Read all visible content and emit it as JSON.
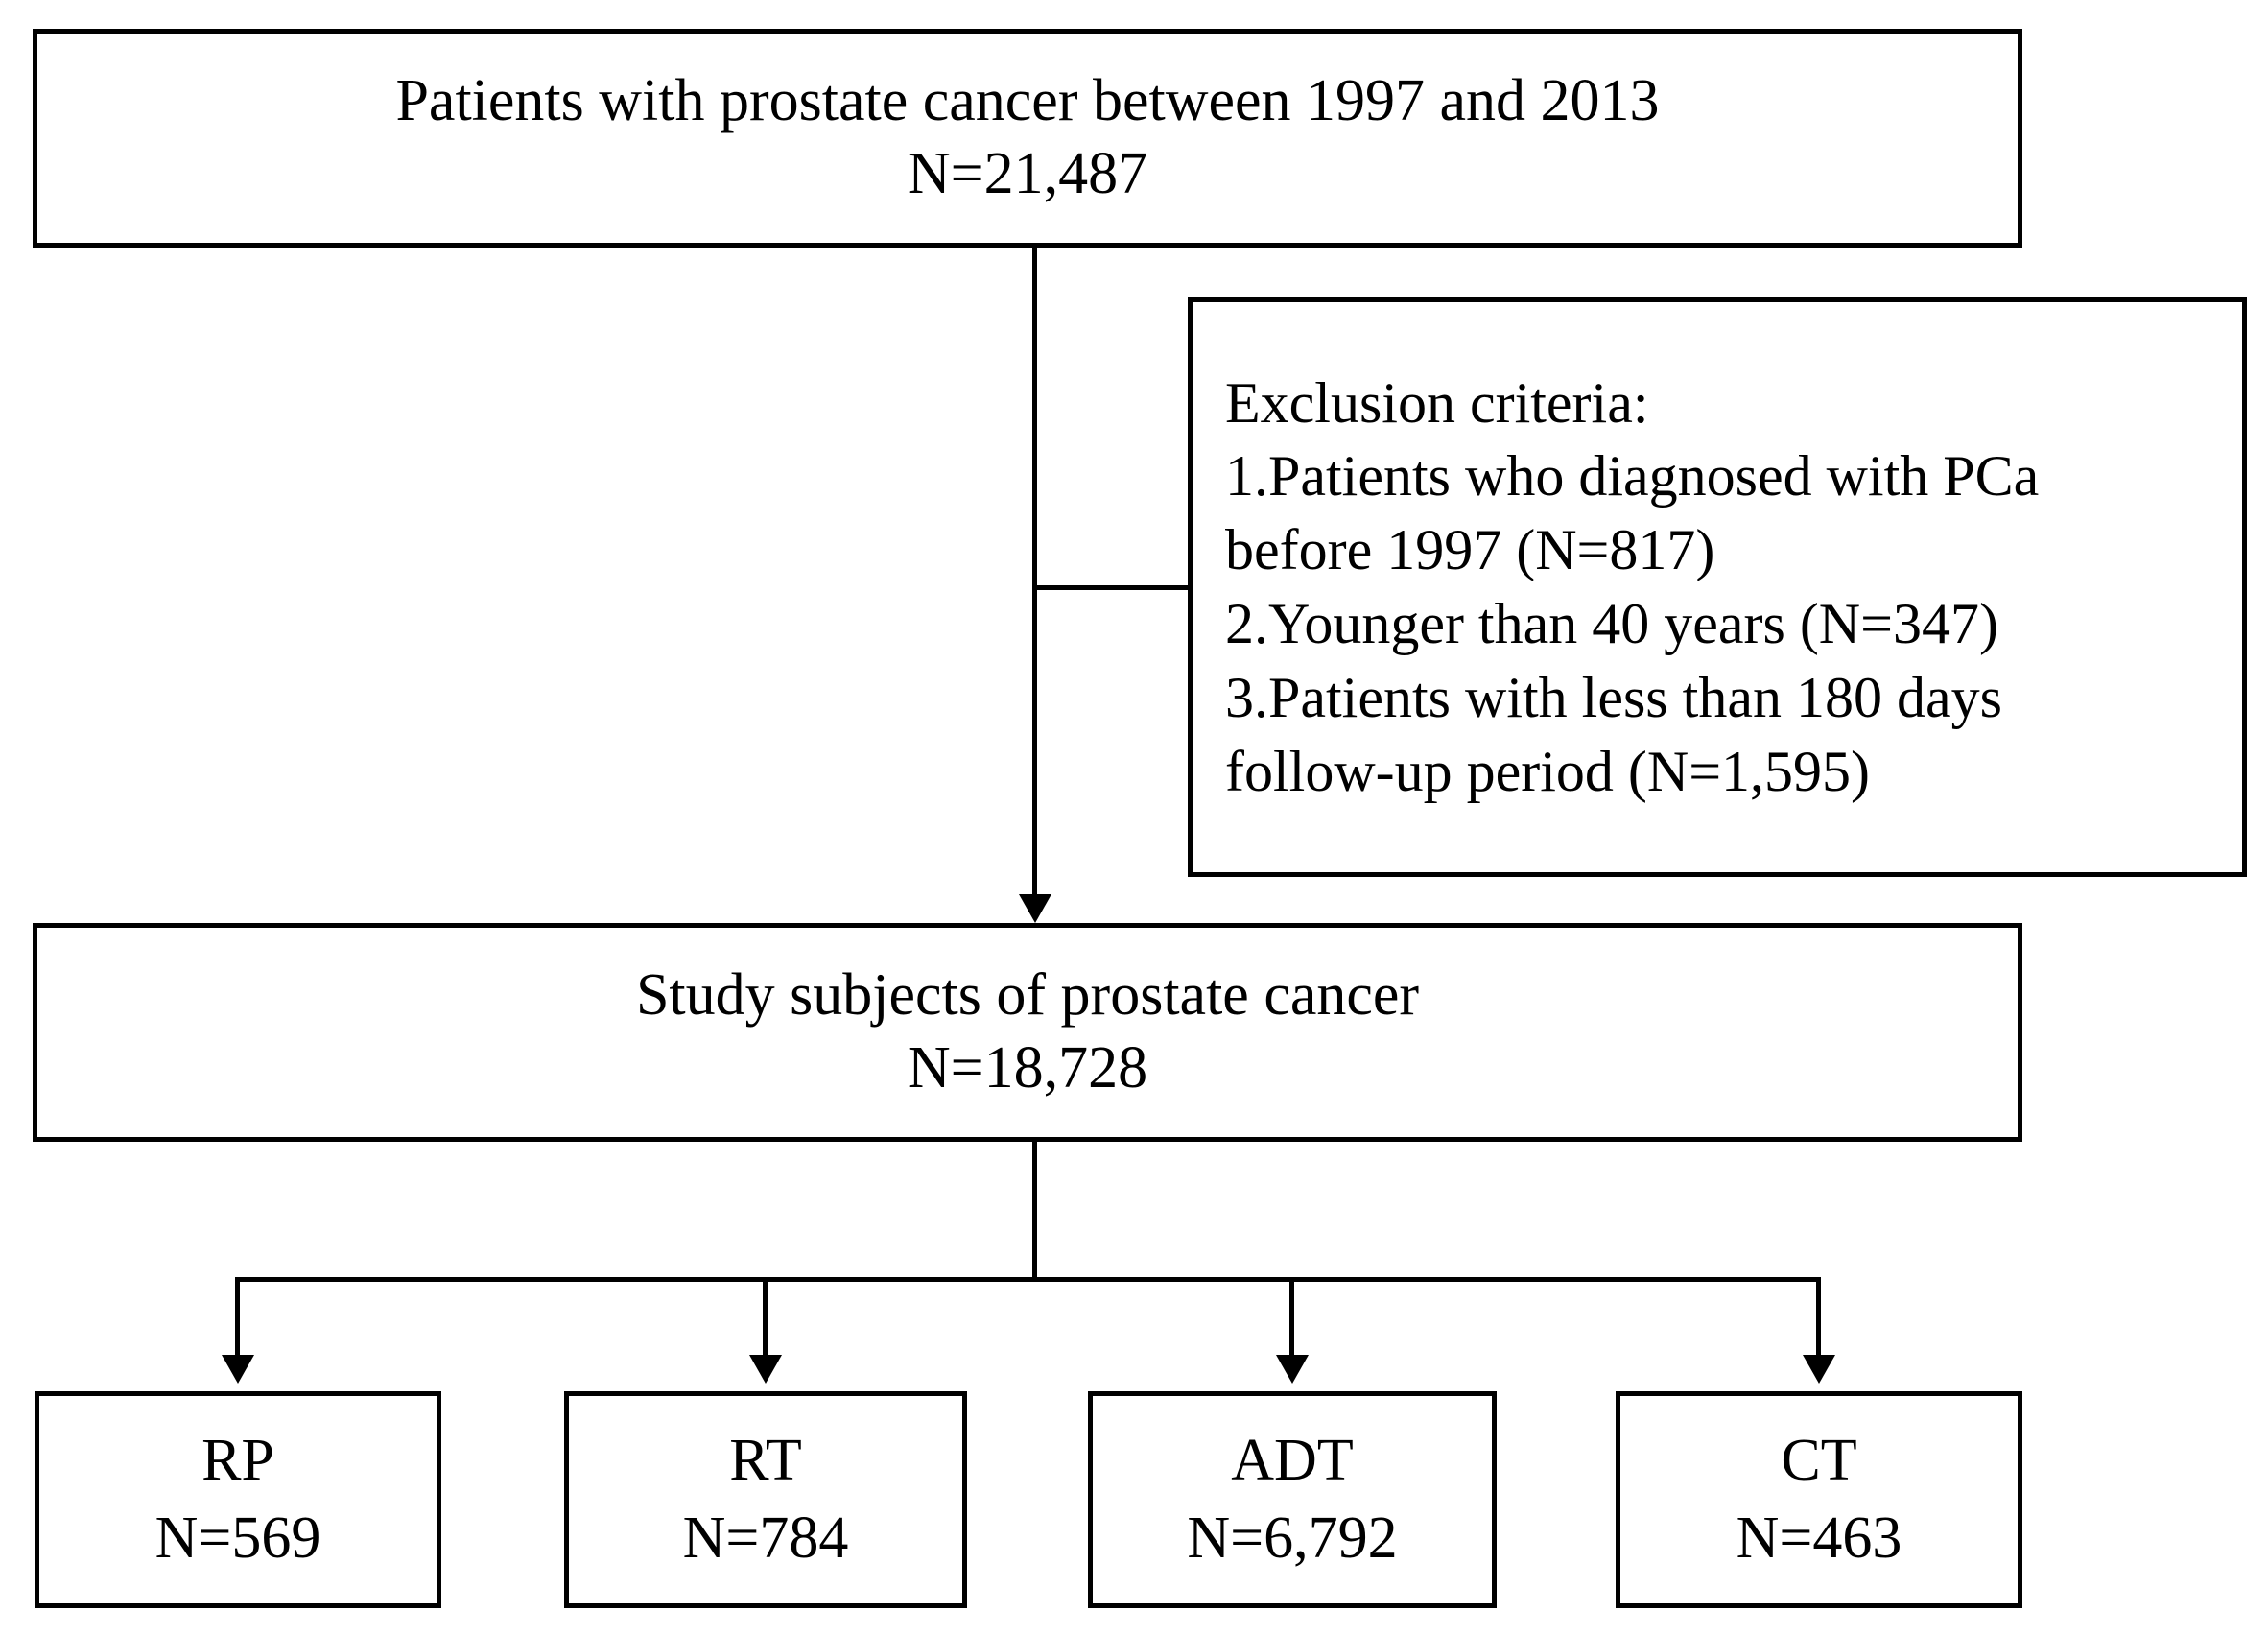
{
  "diagram": {
    "type": "study-flow-diagram",
    "title": "Prostate cancer study cohort selection flowchart",
    "nodes": {
      "cohort": {
        "name": "source-population",
        "lines": [
          "Patients with prostate cancer between 1997 and 2013",
          "N=21,487"
        ],
        "count": 21487
      },
      "exclusion": {
        "name": "exclusion-criteria",
        "heading": "Exclusion criteria:",
        "lines": [
          "1.Patients who diagnosed with PCa",
          "before 1997 (N=817)",
          "2.Younger than 40 years (N=347)",
          "3.Patients with less than 180 days",
          "follow-up period (N=1,595)"
        ],
        "criteria": [
          {
            "label": "Patients who diagnosed with PCa before 1997",
            "count": 817
          },
          {
            "label": "Younger than 40 years",
            "count": 347
          },
          {
            "label": "Patients with less than 180 days follow-up period",
            "count": 1595
          }
        ]
      },
      "study": {
        "name": "study-subjects",
        "lines": [
          "Study subjects of prostate cancer",
          "N=18,728"
        ],
        "count": 18728
      }
    },
    "treatments": [
      {
        "name": "radical-prostatectomy",
        "abbr": "RP",
        "count_label": "N=569",
        "count": 569
      },
      {
        "name": "radiation-therapy",
        "abbr": "RT",
        "count_label": "N=784",
        "count": 784
      },
      {
        "name": "androgen-deprivation-therapy",
        "abbr": "ADT",
        "count_label": "N=6,792",
        "count": 6792
      },
      {
        "name": "chemotherapy",
        "abbr": "CT",
        "count_label": "N=463",
        "count": 463
      }
    ],
    "colors": {
      "stroke": "#000000",
      "background": "#ffffff",
      "text": "#000000"
    }
  }
}
